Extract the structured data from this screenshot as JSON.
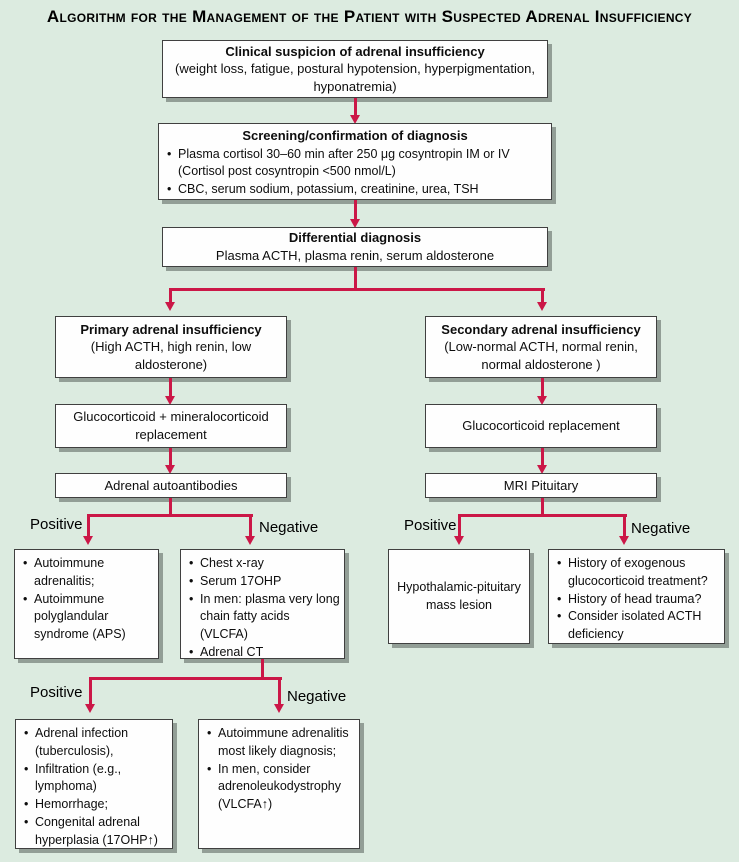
{
  "title": "Algorithm for the Management of the Patient with Suspected Adrenal Insufficiency",
  "colors": {
    "background": "#dcebe0",
    "arrow": "#cb1747",
    "box_border": "#404040",
    "box_fill": "#fefefe",
    "text": "#0d0d0d"
  },
  "branch_labels": {
    "positive": "Positive",
    "negative": "Negative"
  },
  "nodes": {
    "clinical_suspicion": {
      "heading": "Clinical suspicion of adrenal insufficiency",
      "detail": "(weight loss, fatigue, postural hypotension, hyperpigmentation, hyponatremia)"
    },
    "screening": {
      "heading": "Screening/confirmation of diagnosis",
      "bullets": [
        {
          "text": "Plasma cortisol 30–60 min after 250 μg cosyntropin IM or IV",
          "sub": "(Cortisol post cosyntropin <500 nmol/L)"
        },
        {
          "text": "CBC, serum sodium, potassium, creatinine, urea, TSH"
        }
      ]
    },
    "differential": {
      "heading": "Differential diagnosis",
      "detail": "Plasma ACTH, plasma renin, serum aldosterone"
    },
    "primary": {
      "heading": "Primary adrenal insufficiency",
      "detail": "(High ACTH, high renin, low aldosterone)"
    },
    "secondary": {
      "heading": "Secondary adrenal insufficiency",
      "detail": "(Low-normal ACTH, normal renin, normal aldosterone )"
    },
    "primary_treatment": {
      "text": "Glucocorticoid + mineralocorticoid replacement"
    },
    "secondary_treatment": {
      "text": "Glucocorticoid replacement"
    },
    "adrenal_autoantibodies": {
      "text": "Adrenal autoantibodies"
    },
    "mri_pituitary": {
      "text": "MRI Pituitary"
    },
    "autoimmune_positive": {
      "bullets": [
        "Autoimmune adrenalitis;",
        "Autoimmune polyglandular syndrome (APS)"
      ]
    },
    "workup_negative": {
      "bullets": [
        "Chest x-ray",
        "Serum 17OHP",
        "In men: plasma very long chain fatty acids (VLCFA)",
        "Adrenal CT"
      ]
    },
    "hypothalamic_lesion": {
      "text": "Hypothalamic-pituitary mass lesion"
    },
    "secondary_negative": {
      "bullets": [
        "History of exogenous glucocorticoid treatment?",
        "History of head trauma?",
        "Consider isolated ACTH deficiency"
      ]
    },
    "workup_positive_result": {
      "bullets": [
        "Adrenal infection (tuberculosis),",
        "Infiltration (e.g., lymphoma)",
        "Hemorrhage;",
        "Congenital adrenal hyperplasia (17OHP↑)"
      ]
    },
    "workup_negative_result": {
      "bullets": [
        "Autoimmune adrenalitis most likely diagnosis;",
        "In men, consider adrenoleukodystrophy (VLCFA↑)"
      ]
    }
  }
}
